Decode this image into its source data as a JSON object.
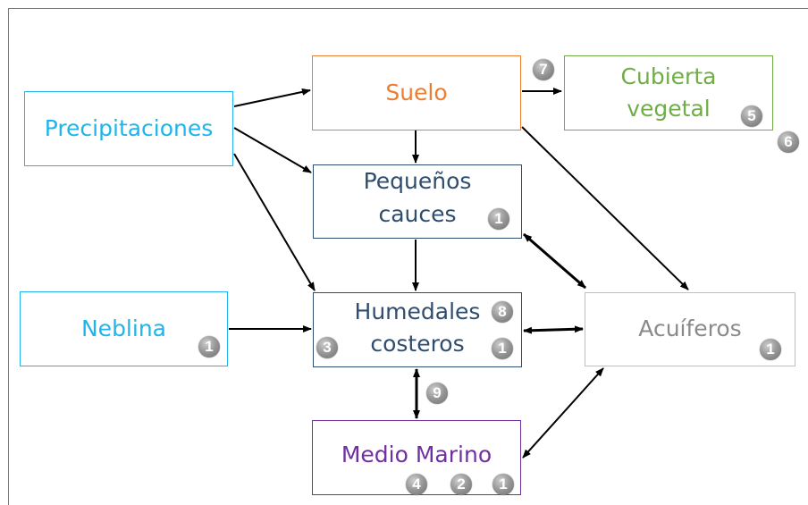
{
  "nodes": {
    "precipitaciones": "Precipitaciones",
    "suelo": "Suelo",
    "cubierta_vegetal": "Cubierta\nvegetal",
    "pequenos_cauces": "Pequeños\ncauces",
    "humedales_costeros": "Humedales\ncosteros",
    "neblina": "Neblina",
    "acuiferos": "Acuíferos",
    "medio_marino": "Medio Marino"
  },
  "badges": {
    "suelo_cubierta": "7",
    "cubierta_vegetal": "5",
    "cubierta_outside": "6",
    "pequenos_cauces": "1",
    "humedales_top": "8",
    "humedales_left": "3",
    "humedales_right": "1",
    "neblina": "1",
    "acuiferos": "1",
    "humedales_marino": "9",
    "medio_marino_1": "4",
    "medio_marino_2": "2",
    "medio_marino_3": "1"
  },
  "colors": {
    "precipitaciones": "#1fb5ec",
    "suelo": "#ed7d31",
    "cubierta_vegetal": "#70ad47",
    "pequenos_cauces": "#2f4d6e",
    "humedales_costeros": "#2f4d6e",
    "neblina": "#1fb5ec",
    "acuiferos": "#8a8a8a",
    "medio_marino": "#7030a0",
    "arrows": "#000000",
    "badge": "#8f8f8f"
  }
}
